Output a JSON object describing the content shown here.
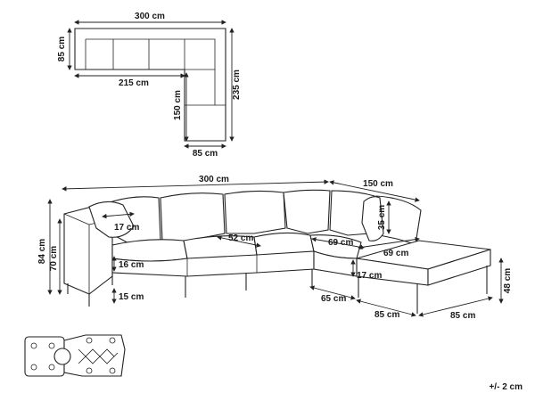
{
  "plan_view": {
    "top_width": "300 cm",
    "left_depth": "85 cm",
    "inner_width": "215 cm",
    "right_depth": "235 cm",
    "inner_length": "150 cm",
    "bottom_width": "85 cm"
  },
  "front_view": {
    "overall_width": "300 cm",
    "chaise_width": "150 cm",
    "total_height": "84 cm",
    "arm_height": "70 cm",
    "arm_width": "17 cm",
    "seat_depth": "52 cm",
    "cushion_height": "16 cm",
    "leg_height": "15 cm",
    "corner_width": "69 cm",
    "chaise_seat_width": "69 cm",
    "backrest_height": "35 cm",
    "ottoman_cushion": "17 cm",
    "ottoman_height": "48 cm",
    "module_depth": "65 cm",
    "ottoman_width_a": "85 cm",
    "ottoman_width_b": "85 cm"
  },
  "tolerance": "+/- 2 cm"
}
